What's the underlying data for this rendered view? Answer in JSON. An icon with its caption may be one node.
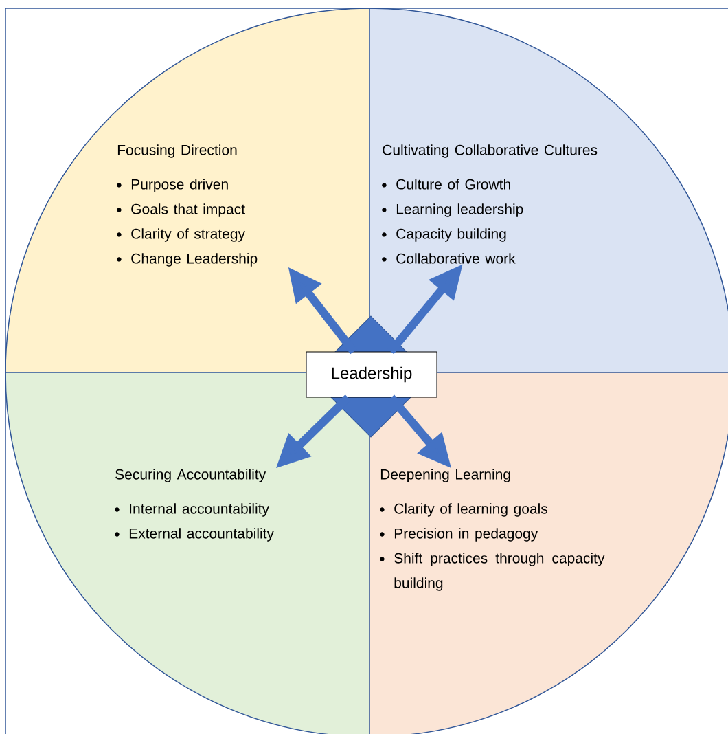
{
  "diagram": {
    "nodes": [
      {
        "text": [
          "Focusing Direction",
          "Purpose driven",
          "Goals that impact",
          "Clarity of strategy",
          "Change Leadership"
        ]
      },
      {
        "text": [
          "Cultivating Collaborative Cultures",
          "Culture of Growth",
          "Learning leadership",
          "Capacity building",
          "Collaborative work"
        ]
      },
      {
        "text": [
          "Securing Accountability",
          "Internal accountability",
          "External accountability"
        ]
      },
      {
        "text": [
          "Deepening Learning",
          "Clarity of learning goals",
          "Precision in pedagogy",
          "Shift practices through capacity building"
        ]
      },
      {
        "text": [
          "Leadership"
        ]
      }
    ],
    "edges": [
      {
        "from": 4,
        "to": 0,
        "arrow": "to"
      },
      {
        "from": 4,
        "to": 1,
        "arrow": "to"
      },
      {
        "from": 4,
        "to": 2,
        "arrow": "to"
      },
      {
        "from": 4,
        "to": 3,
        "arrow": "to"
      }
    ]
  }
}
